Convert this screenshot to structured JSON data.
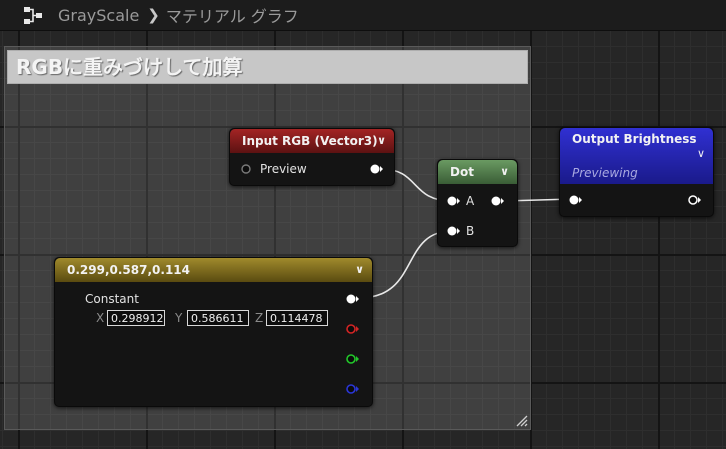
{
  "breadcrumb": {
    "asset": "GrayScale",
    "graph": "マテリアル グラフ"
  },
  "comment": {
    "title": "RGBに重みづけして加算"
  },
  "nodes": {
    "input": {
      "title": "Input RGB (Vector3)",
      "pin_preview": "Preview",
      "header_color": "#8c1d1d"
    },
    "dot": {
      "title": "Dot",
      "pin_a": "A",
      "pin_b": "B",
      "header_color": "#4f7a4a"
    },
    "output": {
      "title": "Output Brightness",
      "subtitle": "Previewing",
      "header_color": "#2a2ac8"
    },
    "constant": {
      "title": "0.299,0.587,0.114",
      "label": "Constant",
      "x_label": "X",
      "x_value": "0.298912",
      "y_label": "Y",
      "y_value": "0.586611",
      "z_label": "Z",
      "z_value": "0.114478",
      "header_color": "#8a7622"
    }
  },
  "icons": [
    "graph-icon",
    "chevron-right-icon",
    "chevron-down-icon",
    "exec-pin-icon",
    "resize-grip-icon"
  ],
  "colors": {
    "pin_red": "#d42424",
    "pin_green": "#22c82a",
    "pin_blue": "#2a36d8"
  }
}
